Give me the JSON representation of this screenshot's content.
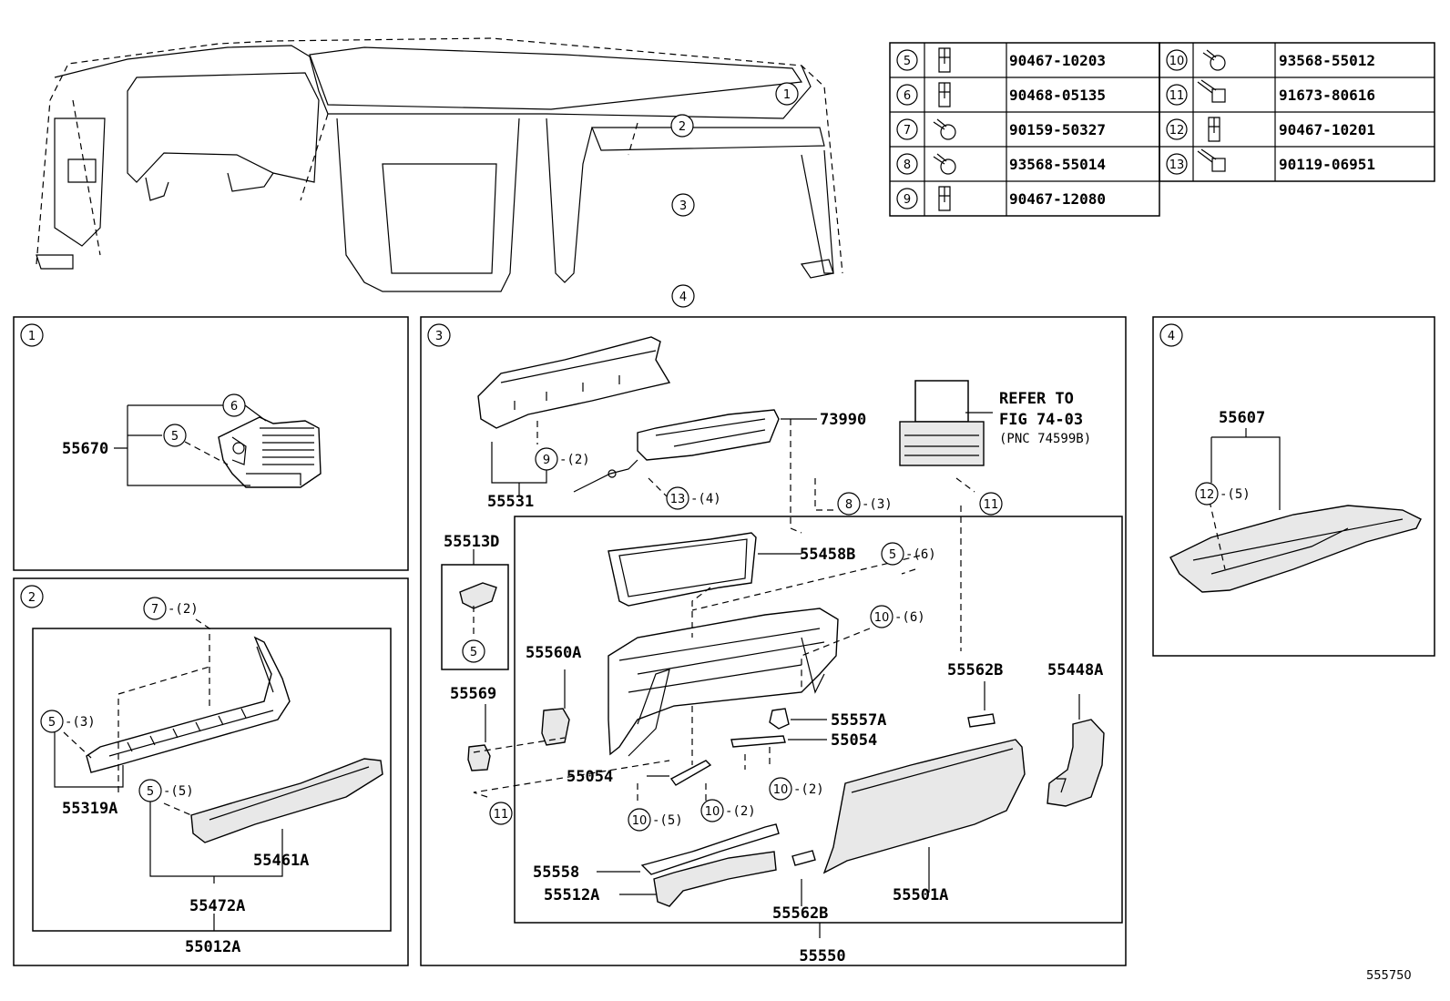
{
  "fastener_table": [
    {
      "ref": "5",
      "icon": "clip-icon",
      "part": "90467-10203"
    },
    {
      "ref": "6",
      "icon": "clip-icon",
      "part": "90468-05135"
    },
    {
      "ref": "7",
      "icon": "screw-icon",
      "part": "90159-50327"
    },
    {
      "ref": "8",
      "icon": "screw-icon",
      "part": "93568-55014"
    },
    {
      "ref": "9",
      "icon": "clip-icon",
      "part": "90467-12080"
    },
    {
      "ref": "10",
      "icon": "screw-icon",
      "part": "93568-55012"
    },
    {
      "ref": "11",
      "icon": "bolt-icon",
      "part": "91673-80616"
    },
    {
      "ref": "12",
      "icon": "clip-icon",
      "part": "90467-10201"
    },
    {
      "ref": "13",
      "icon": "bolt-icon",
      "part": "90119-06951"
    }
  ],
  "overview_callouts": [
    "1",
    "2",
    "3",
    "4"
  ],
  "panel1": {
    "ref": "1",
    "assembly": "55670",
    "callouts": [
      {
        "ref": "6",
        "qty": ""
      },
      {
        "ref": "5",
        "qty": ""
      }
    ]
  },
  "panel2": {
    "ref": "2",
    "assembly": "55012A",
    "parts": [
      "55319A",
      "55461A",
      "55472A"
    ],
    "callouts": [
      {
        "ref": "7",
        "qty": "-(2)"
      },
      {
        "ref": "5",
        "qty": "-(3)"
      },
      {
        "ref": "5",
        "qty": "-(5)"
      }
    ]
  },
  "panel3": {
    "ref": "3",
    "assembly": "55550",
    "parts": [
      "73990",
      "55531",
      "55513D",
      "55458B",
      "55560A",
      "55569",
      "55557A",
      "55054",
      "55054",
      "55562B",
      "55448A",
      "55558",
      "55512A",
      "55562B",
      "55501A"
    ],
    "refer": [
      "REFER TO",
      "FIG 74-03",
      "(PNC 74599B)"
    ],
    "callouts": [
      {
        "ref": "9",
        "qty": "-(2)"
      },
      {
        "ref": "13",
        "qty": "-(4)"
      },
      {
        "ref": "8",
        "qty": "-(3)"
      },
      {
        "ref": "11",
        "qty": ""
      },
      {
        "ref": "5",
        "qty": "-(6)"
      },
      {
        "ref": "10",
        "qty": "-(6)"
      },
      {
        "ref": "5",
        "qty": ""
      },
      {
        "ref": "11",
        "qty": ""
      },
      {
        "ref": "10",
        "qty": "-(5)"
      },
      {
        "ref": "10",
        "qty": "-(2)"
      },
      {
        "ref": "10",
        "qty": "-(2)"
      }
    ]
  },
  "panel4": {
    "ref": "4",
    "assembly": "55607",
    "callouts": [
      {
        "ref": "12",
        "qty": "-(5)"
      }
    ]
  },
  "figure_id": "555750"
}
